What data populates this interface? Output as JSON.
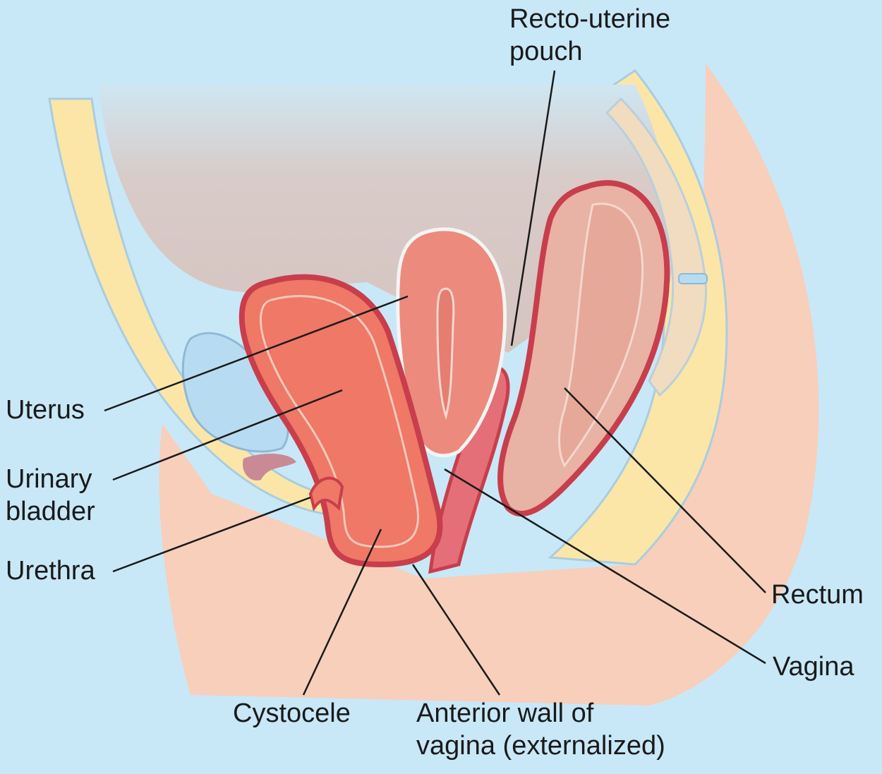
{
  "labels": {
    "recto_uterine_pouch": [
      "Recto-uterine",
      "pouch"
    ],
    "uterus": "Uterus",
    "urinary_bladder": [
      "Urinary",
      "bladder"
    ],
    "urethra": "Urethra",
    "cystocele": "Cystocele",
    "anterior_wall": [
      "Anterior wall of",
      "vagina (externalized)"
    ],
    "rectum": "Rectum",
    "vagina": "Vagina"
  },
  "colors": {
    "background": "#c8e8f8",
    "skin": "#f7cfbb",
    "fat": "#fbe6a8",
    "cavity": "#d9cac6",
    "bladder": "#ef7866",
    "uterus": "#ec8a7e",
    "rectum": "#e8b2a4",
    "wall": "#c83e4c"
  }
}
